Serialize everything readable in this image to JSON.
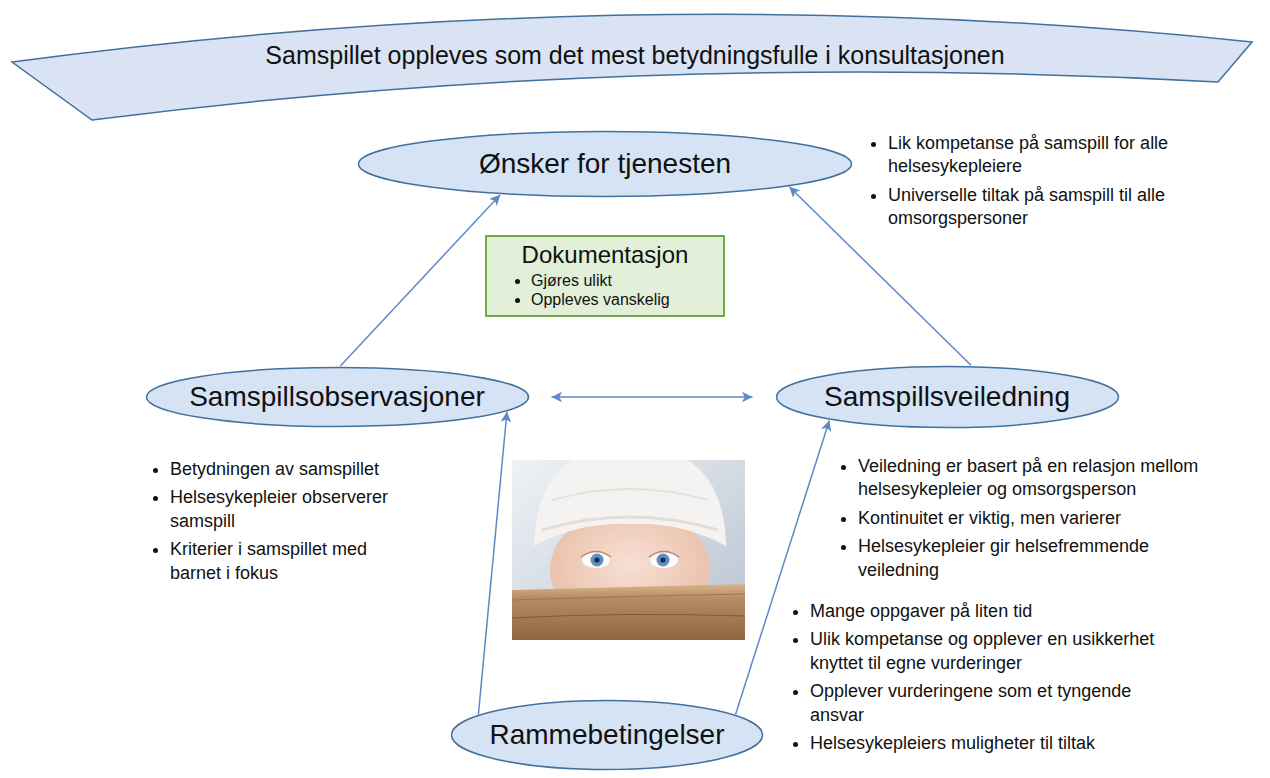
{
  "diagram": {
    "nodes": [
      {
        "text": [
          "Samspillet oppleves som det mest betydningsfulle i konsultasjonen"
        ]
      },
      {
        "text": [
          "Ønsker for tjenesten"
        ]
      },
      {
        "text": [
          "Dokumentasjon",
          "Gjøres ulikt",
          "Oppleves vanskelig"
        ]
      },
      {
        "text": [
          "Samspillsobservasjoner"
        ]
      },
      {
        "text": [
          "Samspillsveiledning"
        ]
      },
      {
        "text": [
          "Rammebetingelser"
        ]
      }
    ],
    "edges": [
      {
        "from": 3,
        "to": 1,
        "arrow": "to"
      },
      {
        "from": 4,
        "to": 1,
        "arrow": "to"
      },
      {
        "from": 3,
        "to": 4,
        "arrow": "both"
      },
      {
        "from": 5,
        "to": 3,
        "arrow": "to"
      },
      {
        "from": 5,
        "to": 4,
        "arrow": "to"
      }
    ],
    "labels": [
      "Lik kompetanse på samspill for alle helsesykepleiere",
      "Universelle tiltak på samspill til alle omsorgspersoner",
      "Betydningen av samspillet",
      "Helsesykepleier observerer samspill",
      "Kriterier i samspillet med barnet i fokus",
      "Veiledning er basert på en relasjon mellom helsesykepleier og omsorgsperson",
      "Kontinuitet er viktig, men varierer",
      "Helsesykepleier gir helsefremmende veiledning",
      "Mange oppgaver på liten tid",
      "Ulik kompetanse og opplever en usikkerhet knyttet til egne vurderinger",
      "Opplever vurderingene som et tyngende ansvar",
      "Helsesykepleiers muligheter til tiltak"
    ]
  }
}
